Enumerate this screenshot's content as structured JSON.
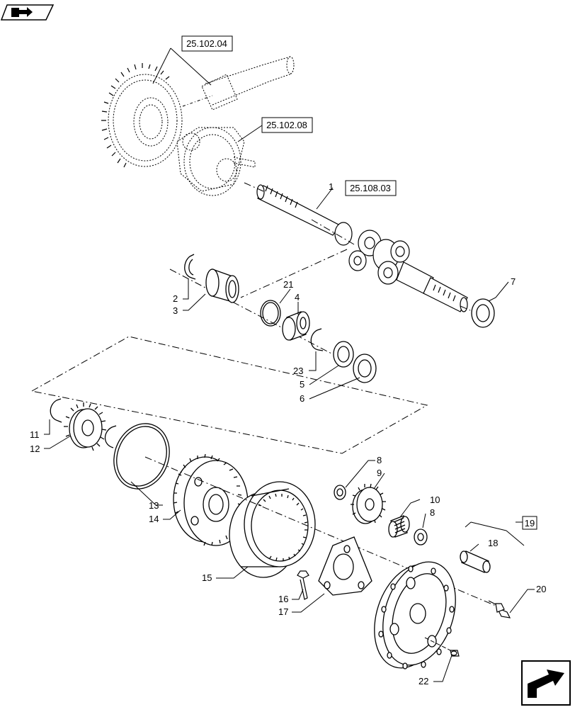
{
  "icons": {
    "top_left": "book-arrow-icon",
    "bottom_right": "next-page-arrow-icon"
  },
  "references": [
    {
      "id": "ref-25-102-04",
      "text": "25.102.04"
    },
    {
      "id": "ref-25-102-08",
      "text": "25.102.08"
    },
    {
      "id": "ref-25-108-03",
      "text": "25.108.03"
    },
    {
      "id": "ref-19",
      "text": "19"
    }
  ],
  "callouts": [
    "1",
    "7",
    "2",
    "3",
    "21",
    "4",
    "23",
    "5",
    "6",
    "11",
    "12",
    "8",
    "9",
    "10",
    "8",
    "13",
    "14",
    "15",
    "16",
    "17",
    "18",
    "20",
    "22"
  ]
}
